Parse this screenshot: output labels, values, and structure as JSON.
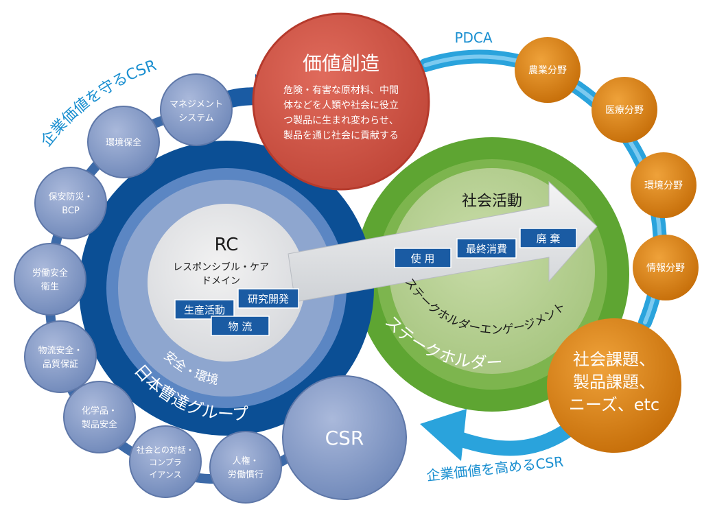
{
  "top_label": "PDCA",
  "left_arc_label": "企業価値を守るCSR",
  "bottom_arc_label": "企業価値を高めるCSR",
  "value_creation": {
    "title": "価値創造",
    "lines": [
      "危険・有害な原材料、中間",
      "体などを人類や社会に役立",
      "つ製品に生まれ変わらせ、",
      "製品を通じ社会に貢献する"
    ]
  },
  "group": {
    "outer_label": "日本曹達グループ",
    "ring_label": "安全・環境",
    "rc_title": "RC",
    "rc_sub_1": "レスポンシブル・ケア",
    "rc_sub_2": "ドメイン",
    "tags": [
      "生産活動",
      "研究開発",
      "物 流"
    ]
  },
  "stakeholder": {
    "outer_label": "ステークホルダー",
    "inner_label": "ステークホルダーエンゲージメント",
    "activity_label": "社会活動",
    "tags": [
      "使 用",
      "最終消費",
      "廃 棄"
    ]
  },
  "csr_center": "CSR",
  "csr_items": [
    [
      "マネジメント",
      "システム"
    ],
    [
      "環境保全"
    ],
    [
      "保安防災・",
      "BCP"
    ],
    [
      "労働安全",
      "衛生"
    ],
    [
      "物流安全・",
      "品質保証"
    ],
    [
      "化学品・",
      "製品安全"
    ],
    [
      "社会との対話・",
      "コンプラ",
      "イアンス"
    ],
    [
      "人権・",
      "労働慣行"
    ]
  ],
  "fields": [
    "農業分野",
    "医療分野",
    "環境分野",
    "情報分野"
  ],
  "issues": [
    "社会課題、",
    "製品課題、",
    "ニーズ、etc"
  ],
  "colors": {
    "navy": "#0b4f95",
    "csr_bubble": "#7f98c4",
    "red": "#d0584a",
    "green": "#5ea532",
    "orange": "#d67f12",
    "cyan": "#1a9ad6"
  }
}
